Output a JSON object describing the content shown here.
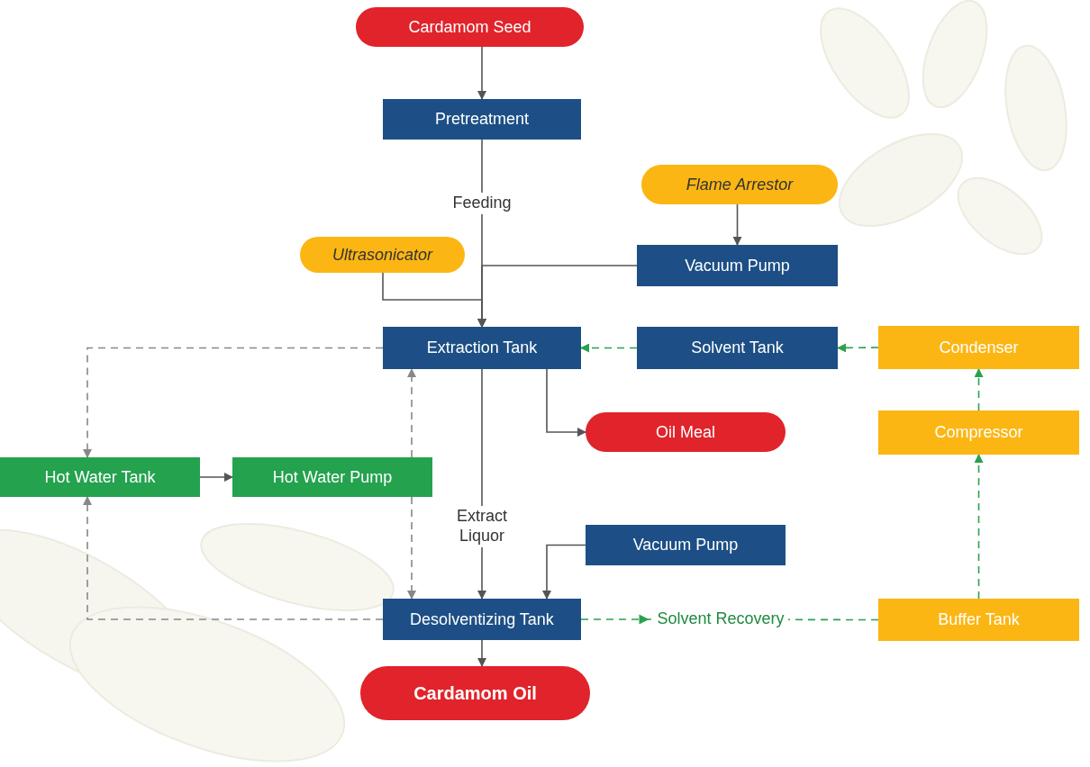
{
  "diagram": {
    "nodes": [
      {
        "text": [
          "Cardamom Seed"
        ]
      },
      {
        "text": [
          "Pretreatment"
        ]
      },
      {
        "text": [
          "Flame Arrestor"
        ]
      },
      {
        "text": [
          "Ultrasonicator"
        ]
      },
      {
        "text": [
          "Vacuum Pump"
        ]
      },
      {
        "text": [
          "Extraction Tank"
        ]
      },
      {
        "text": [
          "Solvent Tank"
        ]
      },
      {
        "text": [
          "Condenser"
        ]
      },
      {
        "text": [
          "Oil Meal"
        ]
      },
      {
        "text": [
          "Compressor"
        ]
      },
      {
        "text": [
          "Hot Water Tank"
        ]
      },
      {
        "text": [
          "Hot Water Pump"
        ]
      },
      {
        "text": [
          "Vacuum Pump"
        ]
      },
      {
        "text": [
          "Desolventizing Tank"
        ]
      },
      {
        "text": [
          "Buffer Tank"
        ]
      },
      {
        "text": [
          "Cardamom Oil"
        ]
      }
    ],
    "edges": [
      {
        "from": 0,
        "to": 1,
        "arrow": "to"
      },
      {
        "from": 1,
        "to": 5,
        "label": "Feeding",
        "arrow": "to"
      },
      {
        "from": 2,
        "to": 4,
        "arrow": "to"
      },
      {
        "from": 4,
        "to": 5,
        "arrow": "to"
      },
      {
        "from": 3,
        "to": 5,
        "arrow": "to"
      },
      {
        "from": 6,
        "to": 5,
        "arrow": "to"
      },
      {
        "from": 7,
        "to": 6,
        "arrow": "to"
      },
      {
        "from": 5,
        "to": 8,
        "arrow": "to"
      },
      {
        "from": 5,
        "to": 10,
        "arrow": "to"
      },
      {
        "from": 10,
        "to": 11,
        "arrow": "to"
      },
      {
        "from": 11,
        "to": 5,
        "arrow": "to"
      },
      {
        "from": 11,
        "to": 13,
        "arrow": "to"
      },
      {
        "from": 13,
        "to": 10,
        "arrow": "to"
      },
      {
        "from": 5,
        "to": 13,
        "label": "Extract Liquor",
        "arrow": "to"
      },
      {
        "from": 12,
        "to": 13,
        "arrow": "to"
      },
      {
        "from": 13,
        "to": 14,
        "label": "Solvent Recovery",
        "arrow": "to"
      },
      {
        "from": 14,
        "to": 9,
        "arrow": "to"
      },
      {
        "from": 9,
        "to": 7,
        "arrow": "to"
      },
      {
        "from": 13,
        "to": 15,
        "arrow": "to"
      }
    ]
  }
}
